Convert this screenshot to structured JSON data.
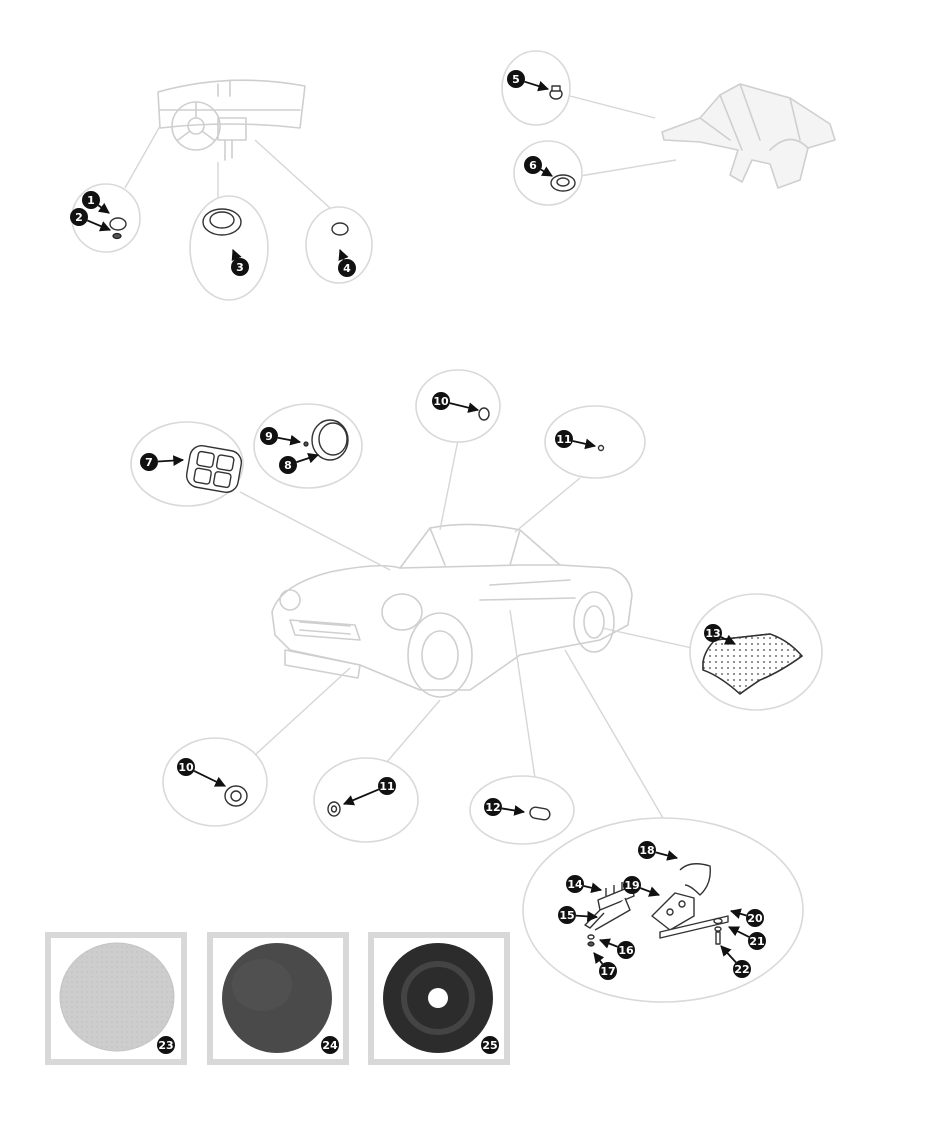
{
  "callouts": [
    "1",
    "2",
    "3",
    "4",
    "5",
    "6",
    "7",
    "8",
    "9",
    "10",
    "10",
    "11",
    "11",
    "12",
    "13",
    "14",
    "15",
    "16",
    "17",
    "18",
    "19",
    "20",
    "21",
    "22",
    "23",
    "24",
    "25"
  ],
  "swatches": [
    {
      "label": "23",
      "color": "#c9c9c9"
    },
    {
      "label": "24",
      "color": "#4a4a4a"
    },
    {
      "label": "25",
      "color": "#2c2c2c"
    }
  ]
}
